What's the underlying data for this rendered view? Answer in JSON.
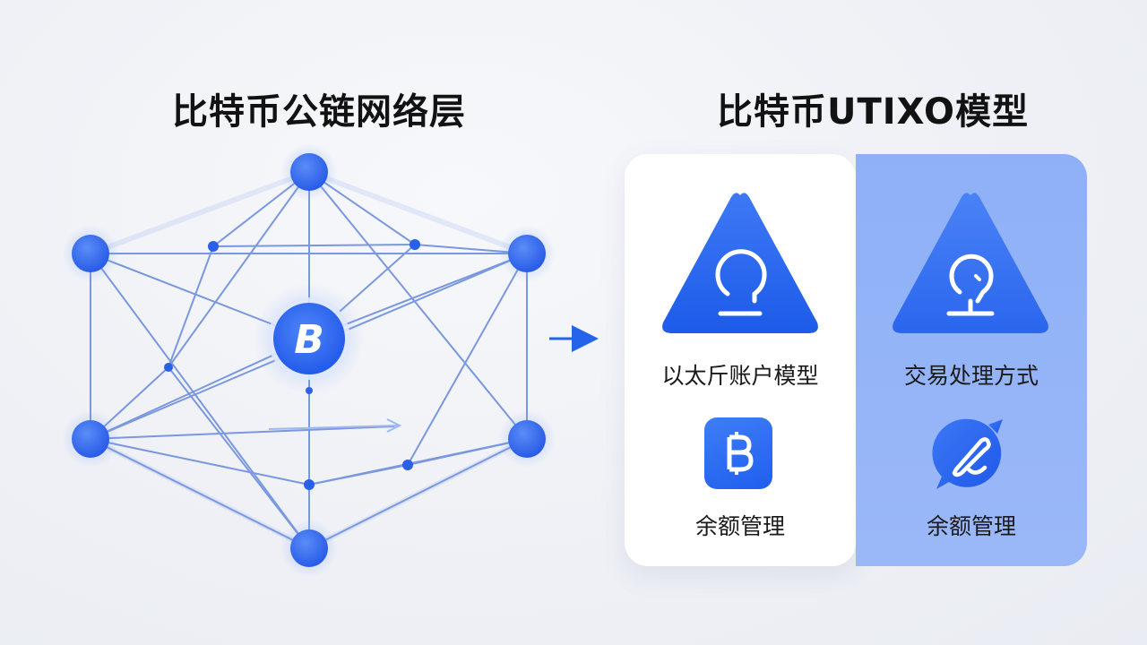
{
  "left_title": "比特币公链网络层",
  "right_title": "比特币UTIXO模型",
  "network": {
    "center_symbol": "B"
  },
  "card_left": {
    "top_label": "以太斤账户模型",
    "bottom_label": "余额管理",
    "top_icon": "lightbulb-triangle-icon",
    "bottom_icon": "bitcoin-badge-icon"
  },
  "card_right": {
    "top_label": "交易处理方式",
    "bottom_label": "余额管理",
    "top_icon": "lightbulb-triangle-icon",
    "bottom_icon": "edit-bubble-icon"
  },
  "colors": {
    "accent": "#2563eb",
    "node": "#3b6ff0",
    "line": "#7c9ae0",
    "card_right_bg": "#95b3f8"
  }
}
